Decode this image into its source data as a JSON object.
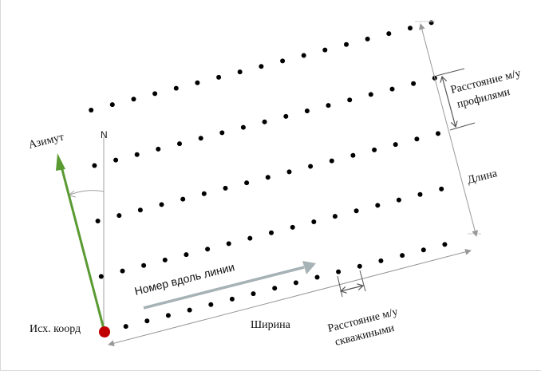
{
  "labels": {
    "azimuth": "Азимут",
    "north": "N",
    "origin": "Исх. коорд",
    "line_spacing_1": "Расстояние м/у",
    "line_spacing_2": "профилями",
    "length": "Длина",
    "number_along_line": "Номер вдоль линии",
    "width": "Ширина",
    "hole_spacing_1": "Расстояние м/у",
    "hole_spacing_2": "скважиными"
  },
  "grid": {
    "lines": 5,
    "points_per_line": 17
  },
  "colors": {
    "dot": "#000000",
    "azimuth_arrow": "#5a9a32",
    "origin": "#c00000",
    "direction_arrow": "#a7b2b6",
    "dimension": "#999999",
    "text": "#111111"
  }
}
